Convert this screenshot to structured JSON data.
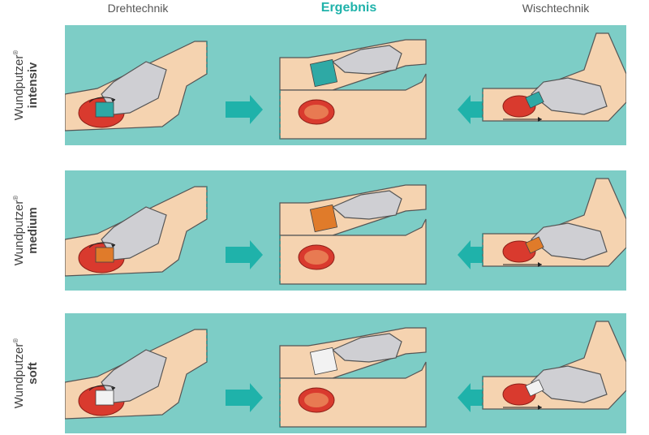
{
  "headers": {
    "left": "Drehtechnik",
    "center": "Ergebnis",
    "right": "Wischtechnik"
  },
  "rows": [
    {
      "brand": "Wundputzer",
      "reg": "®",
      "level": "intensiv"
    },
    {
      "brand": "Wundputzer",
      "reg": "®",
      "level": "medium"
    },
    {
      "brand": "Wundputzer",
      "reg": "®",
      "level": "soft"
    }
  ],
  "colors": {
    "panel": "#7dcdc6",
    "skin": "#f5d3b0",
    "glove": "#cfcfd3",
    "wound": "#d93a2e",
    "accent": "#1fb2aa",
    "pad_intensiv": "#2ea9a5",
    "pad_medium": "#e07b2a",
    "pad_soft": "#f2f2f2"
  }
}
